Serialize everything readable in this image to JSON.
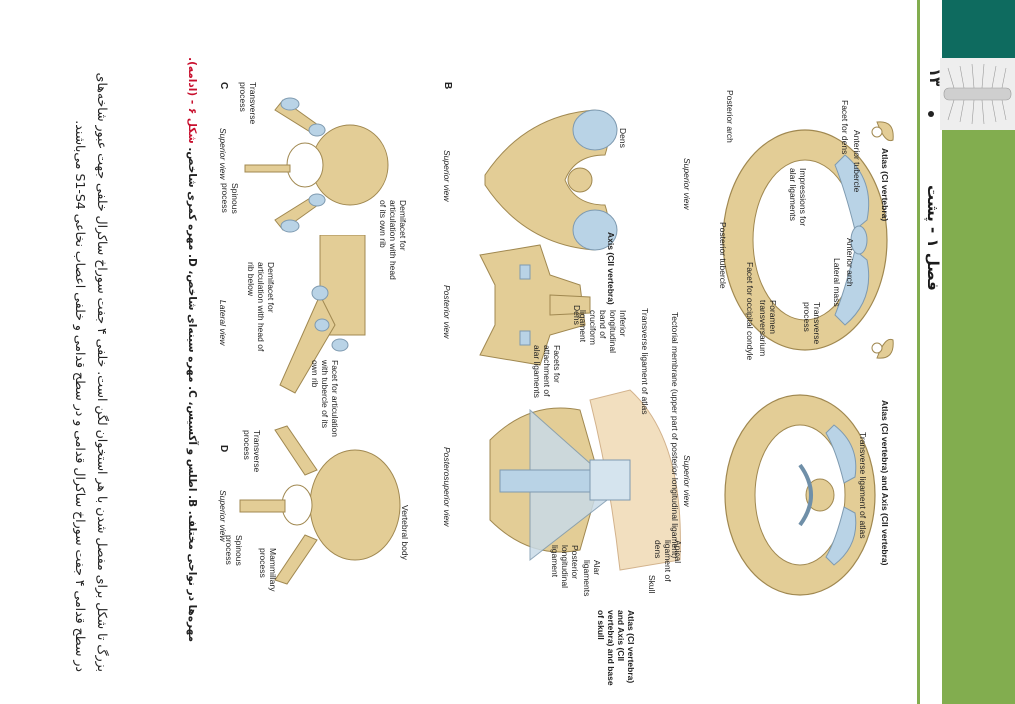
{
  "header": {
    "chapter": "فصل ۱ - پشت",
    "page_number": "۱۳"
  },
  "colors": {
    "sidebar_green": "#82ad4f",
    "header_teal": "#0e6b5f",
    "bone": "#e3cd96",
    "cartilage": "#b9d3e6",
    "caption_red": "#c8102e"
  },
  "figure_top": {
    "title_left": "Atlas (CI vertebra)",
    "title_right": "Atlas (CI vertebra) and Axis (CII vertebra)",
    "view_left": "Superior view",
    "view_right": "Superior view",
    "labels_left": {
      "anterior_tubercle": "Anterior tubercle",
      "facet_for_dens": "Facet for dens",
      "posterior_arch": "Posterior arch",
      "impressions": "Impressions for alar ligaments",
      "posterior_tubercle": "Posterior tubercle",
      "anterior_arch": "Anterior arch",
      "lateral_mass": "Lateral mass",
      "transverse_process": "Transverse process",
      "foramen": "Foramen transversarium",
      "occipital_condyle": "Facet for occipital condyle"
    },
    "labels_right": {
      "transverse_ligament": "Transverse ligament of atlas"
    }
  },
  "figure_b": {
    "letter": "B",
    "dens": "Dens",
    "axis_title": "Axis (CII vertebra)",
    "superior_view": "Superior view",
    "dens2": "Dens",
    "facets": "Facets for attachment of alar ligaments",
    "posterior_view": "Posterior view",
    "tectorial": "Tectorial membrane (upper part of posterior longitudinal ligament)",
    "transverse_lig": "Transverse ligament of atlas",
    "inferior_band": "Inferior longitudinal band of cruciform ligament",
    "apical": "Apical ligament of dens",
    "skull": "Skull",
    "alar": "Alar ligaments",
    "posterior_long": "Posterior longitudinal ligament",
    "atlas_axis_title": "Atlas (CI vertebra) and Axis (CII vertebra) and base of skull",
    "posterosuperior_view": "Posterosuperior view"
  },
  "figure_c": {
    "letter": "C",
    "transverse_process": "Transverse process",
    "spinous_process": "Spinous process",
    "superior_view": "Superior view",
    "demifacet_own": "Demifacet for articulation with head of its own rib",
    "demifacet_below": "Demifacet for articulation with head of rib below",
    "facet_tubercle": "Facet for articulation with tubercle of its own rib",
    "lateral_view": "Lateral view"
  },
  "figure_d": {
    "letter": "D",
    "vertebral_body": "Vertebral body",
    "transverse_process": "Transverse process",
    "mammillary": "Mammillary process",
    "spinous_process": "Spinous process",
    "superior_view": "Superior view"
  },
  "caption": {
    "label": "شکل ۶ - (ادامه).",
    "text": "مهره‌ها در نواحی مختلف. B. اطلس و آکسیس، C. مهره سینه‌ای شاخص، D. مهره کمری شاخص."
  },
  "body_text": {
    "line1": "بزرگ تا شکل برای مفصل شدن با هر استخوان لگن است.       خلفی ۴ جفت سوراخ ساکرال خلفی جهت عبور شاخه‌های",
    "line2": "در سطح قدامی ۴ جفت سوراخ ساکرال قدامی و در سطح      قدامی و خلفی اعصاب نخاعی S1-S4 می‌باشند."
  }
}
